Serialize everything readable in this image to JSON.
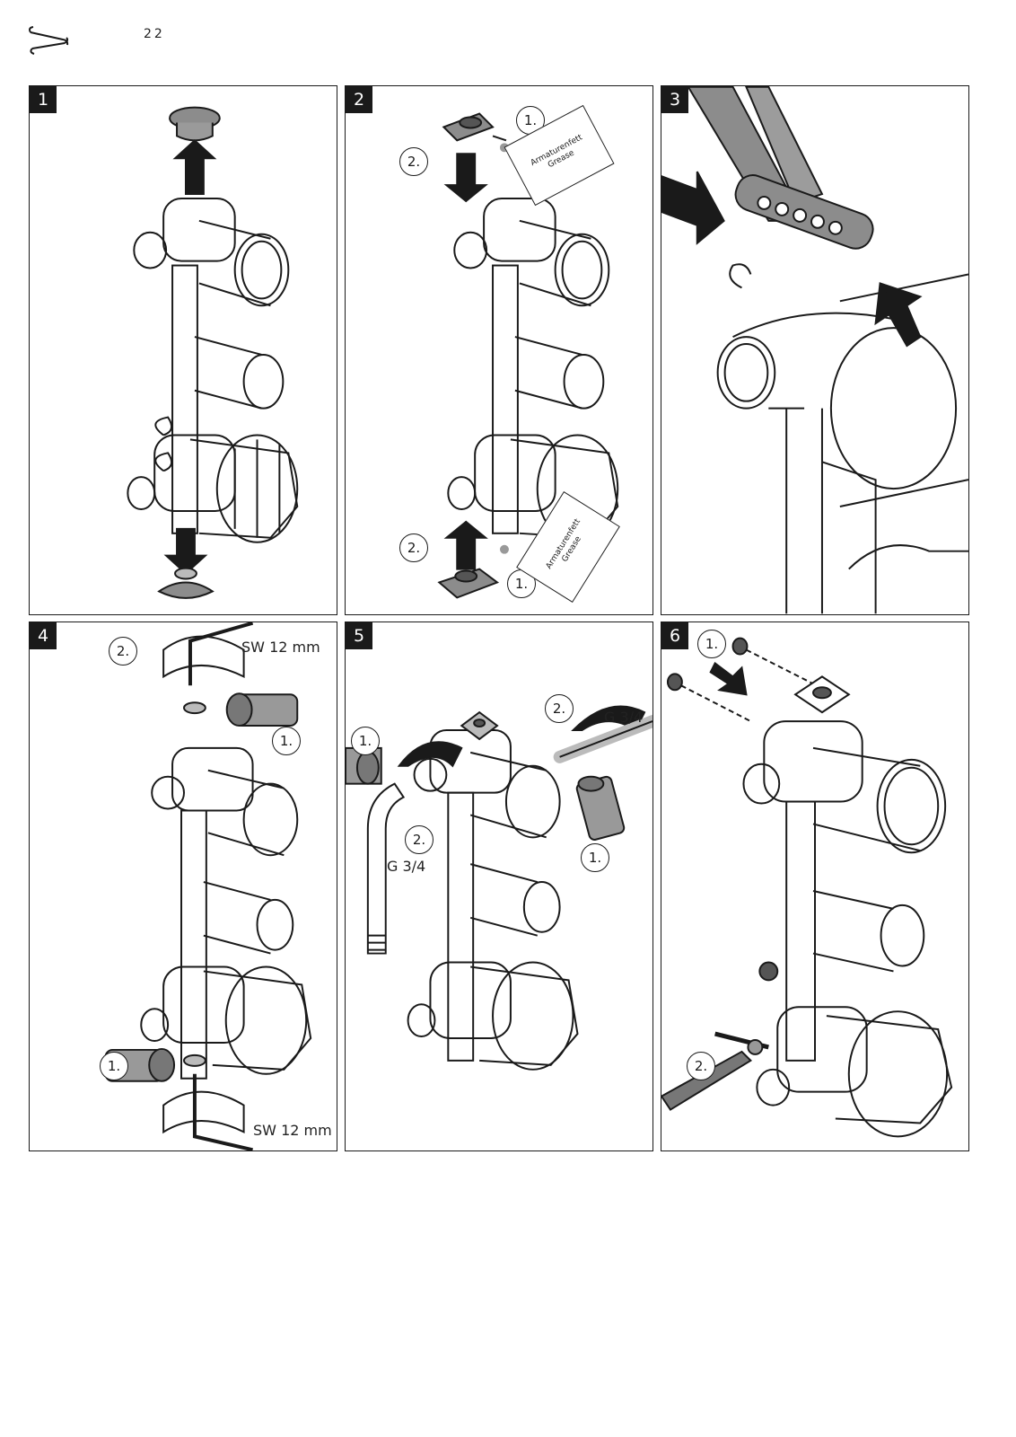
{
  "header": {
    "page_number": "22",
    "icon": "wrench-icon"
  },
  "steps": [
    {
      "number": "1"
    },
    {
      "number": "2",
      "callouts": [
        "1.",
        "2.",
        "2.",
        "1."
      ],
      "grease_card": {
        "line1": "Armaturenfett",
        "line2": "Grease"
      }
    },
    {
      "number": "3"
    },
    {
      "number": "4",
      "callouts": [
        "2.",
        "1.",
        "1."
      ],
      "wrench_size": "SW 12 mm"
    },
    {
      "number": "5",
      "callouts": [
        "1.",
        "2.",
        "2.",
        "1."
      ],
      "thread_size": "G 3/4"
    },
    {
      "number": "6",
      "callouts": [
        "1.",
        "2."
      ]
    }
  ],
  "colors": {
    "line": "#1a1a1a",
    "part_fill": "#8c8c8c",
    "background": "#ffffff"
  }
}
